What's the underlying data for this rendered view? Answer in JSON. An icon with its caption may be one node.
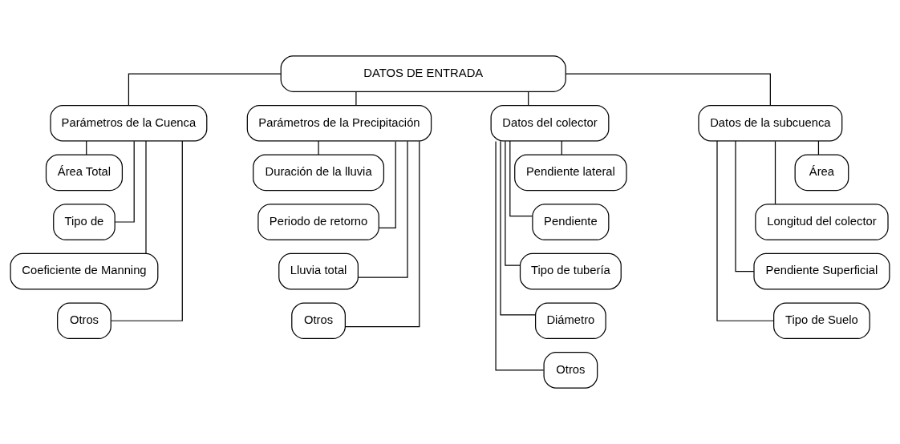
{
  "diagram": {
    "nodes": [
      {
        "text": [
          "DATOS DE ENTRADA"
        ]
      },
      {
        "text": [
          "Parámetros de la Cuenca"
        ]
      },
      {
        "text": [
          "Parámetros de la Precipitación"
        ]
      },
      {
        "text": [
          "Datos del colector"
        ]
      },
      {
        "text": [
          "Datos de la subcuenca"
        ]
      },
      {
        "text": [
          "Área Total"
        ]
      },
      {
        "text": [
          "Tipo de"
        ]
      },
      {
        "text": [
          "Coeficiente de Manning"
        ]
      },
      {
        "text": [
          "Otros"
        ]
      },
      {
        "text": [
          "Duración de la lluvia"
        ]
      },
      {
        "text": [
          "Periodo de retorno"
        ]
      },
      {
        "text": [
          "Lluvia total"
        ]
      },
      {
        "text": [
          "Otros"
        ]
      },
      {
        "text": [
          "Pendiente lateral"
        ]
      },
      {
        "text": [
          "Pendiente"
        ]
      },
      {
        "text": [
          "Tipo de tubería"
        ]
      },
      {
        "text": [
          "Diámetro"
        ]
      },
      {
        "text": [
          "Otros"
        ]
      },
      {
        "text": [
          "Área"
        ]
      },
      {
        "text": [
          "Longitud del colector"
        ]
      },
      {
        "text": [
          "Pendiente Superficial"
        ]
      },
      {
        "text": [
          "Tipo de Suelo"
        ]
      }
    ],
    "edges": [
      {
        "from": 0,
        "to": 1,
        "arrow": "none"
      },
      {
        "from": 0,
        "to": 2,
        "arrow": "none"
      },
      {
        "from": 0,
        "to": 3,
        "arrow": "none"
      },
      {
        "from": 0,
        "to": 4,
        "arrow": "none"
      },
      {
        "from": 1,
        "to": 5,
        "arrow": "none"
      },
      {
        "from": 1,
        "to": 6,
        "arrow": "none"
      },
      {
        "from": 1,
        "to": 7,
        "arrow": "none"
      },
      {
        "from": 1,
        "to": 8,
        "arrow": "none"
      },
      {
        "from": 2,
        "to": 9,
        "arrow": "none"
      },
      {
        "from": 2,
        "to": 10,
        "arrow": "none"
      },
      {
        "from": 2,
        "to": 11,
        "arrow": "none"
      },
      {
        "from": 2,
        "to": 12,
        "arrow": "none"
      },
      {
        "from": 3,
        "to": 13,
        "arrow": "none"
      },
      {
        "from": 3,
        "to": 14,
        "arrow": "none"
      },
      {
        "from": 3,
        "to": 15,
        "arrow": "none"
      },
      {
        "from": 3,
        "to": 16,
        "arrow": "none"
      },
      {
        "from": 3,
        "to": 17,
        "arrow": "none"
      },
      {
        "from": 4,
        "to": 18,
        "arrow": "none"
      },
      {
        "from": 4,
        "to": 19,
        "arrow": "none"
      },
      {
        "from": 4,
        "to": 20,
        "arrow": "none"
      },
      {
        "from": 4,
        "to": 21,
        "arrow": "none"
      }
    ]
  }
}
